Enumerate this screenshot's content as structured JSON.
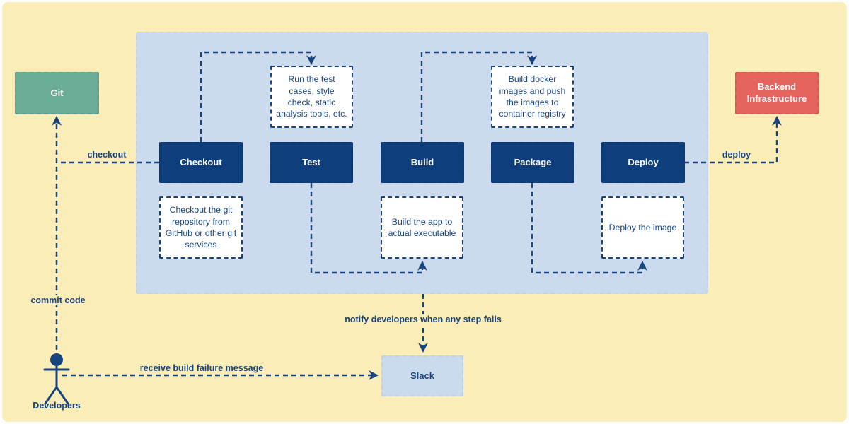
{
  "colors": {
    "canvas_background": "#FAEDB7",
    "pipeline_container": "#CCDAEE",
    "stage_fill": "#0E3E7C",
    "git_fill": "#6BAC97",
    "backend_fill": "#E5645D",
    "slack_fill": "#CCDAEE",
    "note_fill": "#FFFFFF",
    "line_and_text": "#17447F"
  },
  "nodes": {
    "git": {
      "label": "Git"
    },
    "backend_infrastructure": {
      "label": "Backend Infrastructure"
    },
    "slack": {
      "label": "Slack"
    },
    "developers": {
      "label": "Developers"
    }
  },
  "pipeline_stages": [
    {
      "label": "Checkout"
    },
    {
      "label": "Test"
    },
    {
      "label": "Build"
    },
    {
      "label": "Package"
    },
    {
      "label": "Deploy"
    }
  ],
  "notes": [
    {
      "text": "Run the test cases, style check, static analysis tools, etc."
    },
    {
      "text": "Build docker images and push the images to container registry"
    },
    {
      "text": "Checkout the git repository from GitHub or other git services"
    },
    {
      "text": "Build the app to actual executable"
    },
    {
      "text": "Deploy the image"
    }
  ],
  "edge_labels": {
    "checkout": "checkout",
    "commit_code": "commit code",
    "deploy": "deploy",
    "notify": "notify developers when any step fails",
    "receive": "receive build failure message"
  }
}
